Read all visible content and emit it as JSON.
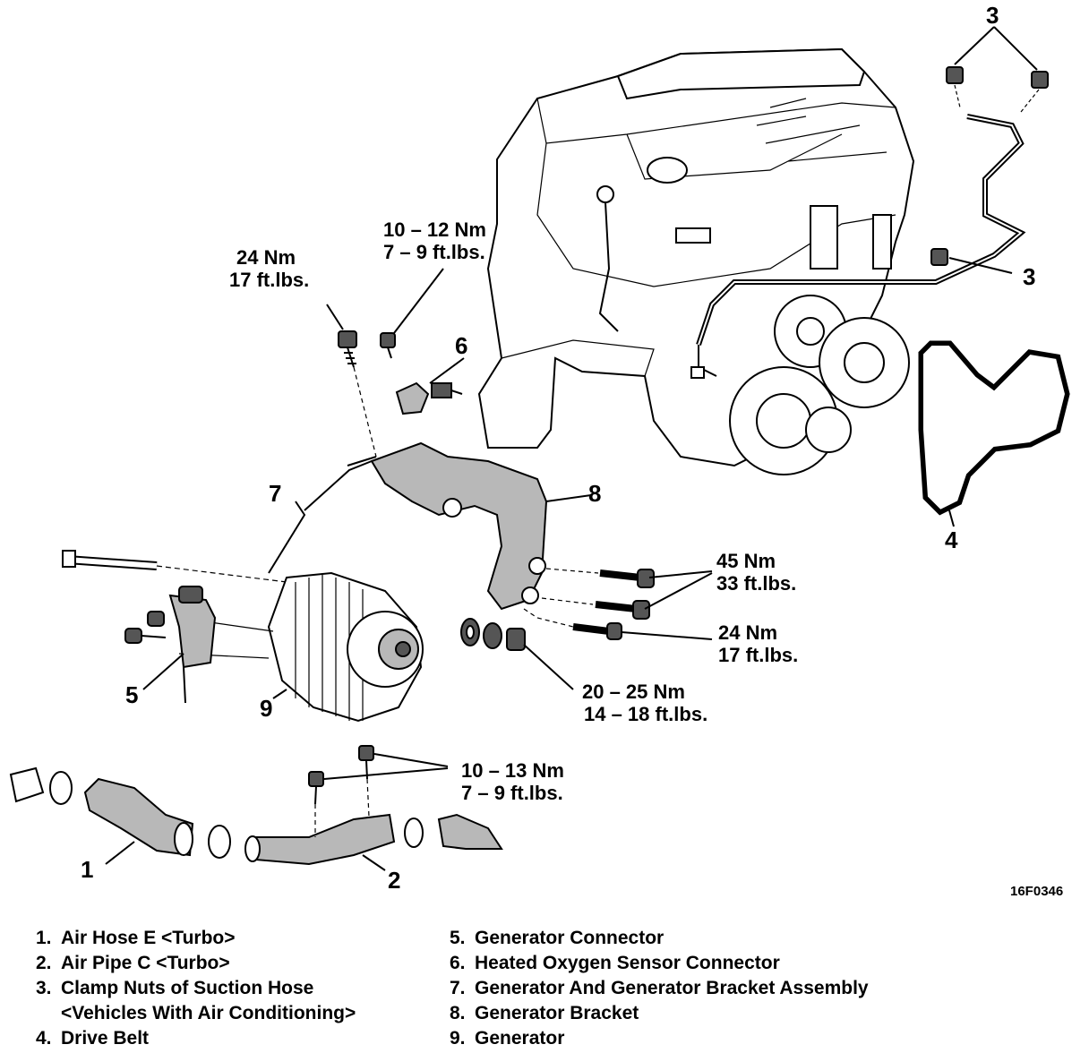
{
  "figure_id": "16F0346",
  "callouts": {
    "c1": "1",
    "c2": "2",
    "c3a": "3",
    "c3b": "3",
    "c4": "4",
    "c5": "5",
    "c6": "6",
    "c7": "7",
    "c8": "8",
    "c9": "9"
  },
  "torques": {
    "bracket_bolt_upper": {
      "nm": "24 Nm",
      "ftlbs": "17 ft.lbs."
    },
    "sensor_bolt": {
      "nm": "10 – 12 Nm",
      "ftlbs": "7 – 9 ft.lbs."
    },
    "bracket_bolts": {
      "nm": "45 Nm",
      "ftlbs": "33 ft.lbs."
    },
    "bracket_bolt_lower": {
      "nm": "24 Nm",
      "ftlbs": "17 ft.lbs."
    },
    "generator_nut": {
      "nm": "20 – 25 Nm",
      "ftlbs": "14 – 18 ft.lbs."
    },
    "air_pipe_bolts": {
      "nm": "10 – 13 Nm",
      "ftlbs": "7 – 9 ft.lbs."
    }
  },
  "legend": {
    "left": [
      {
        "num": "1.",
        "text": "Air Hose E <Turbo>"
      },
      {
        "num": "2.",
        "text": "Air Pipe C <Turbo>"
      },
      {
        "num": "3.",
        "text": "Clamp Nuts of Suction Hose",
        "cont": "<Vehicles With Air Conditioning>"
      },
      {
        "num": "4.",
        "text": "Drive Belt"
      }
    ],
    "right": [
      {
        "num": "5.",
        "text": "Generator Connector"
      },
      {
        "num": "6.",
        "text": "Heated Oxygen Sensor Connector"
      },
      {
        "num": "7.",
        "text": "Generator And Generator Bracket Assembly"
      },
      {
        "num": "8.",
        "text": "Generator Bracket"
      },
      {
        "num": "9.",
        "text": "Generator"
      }
    ]
  }
}
